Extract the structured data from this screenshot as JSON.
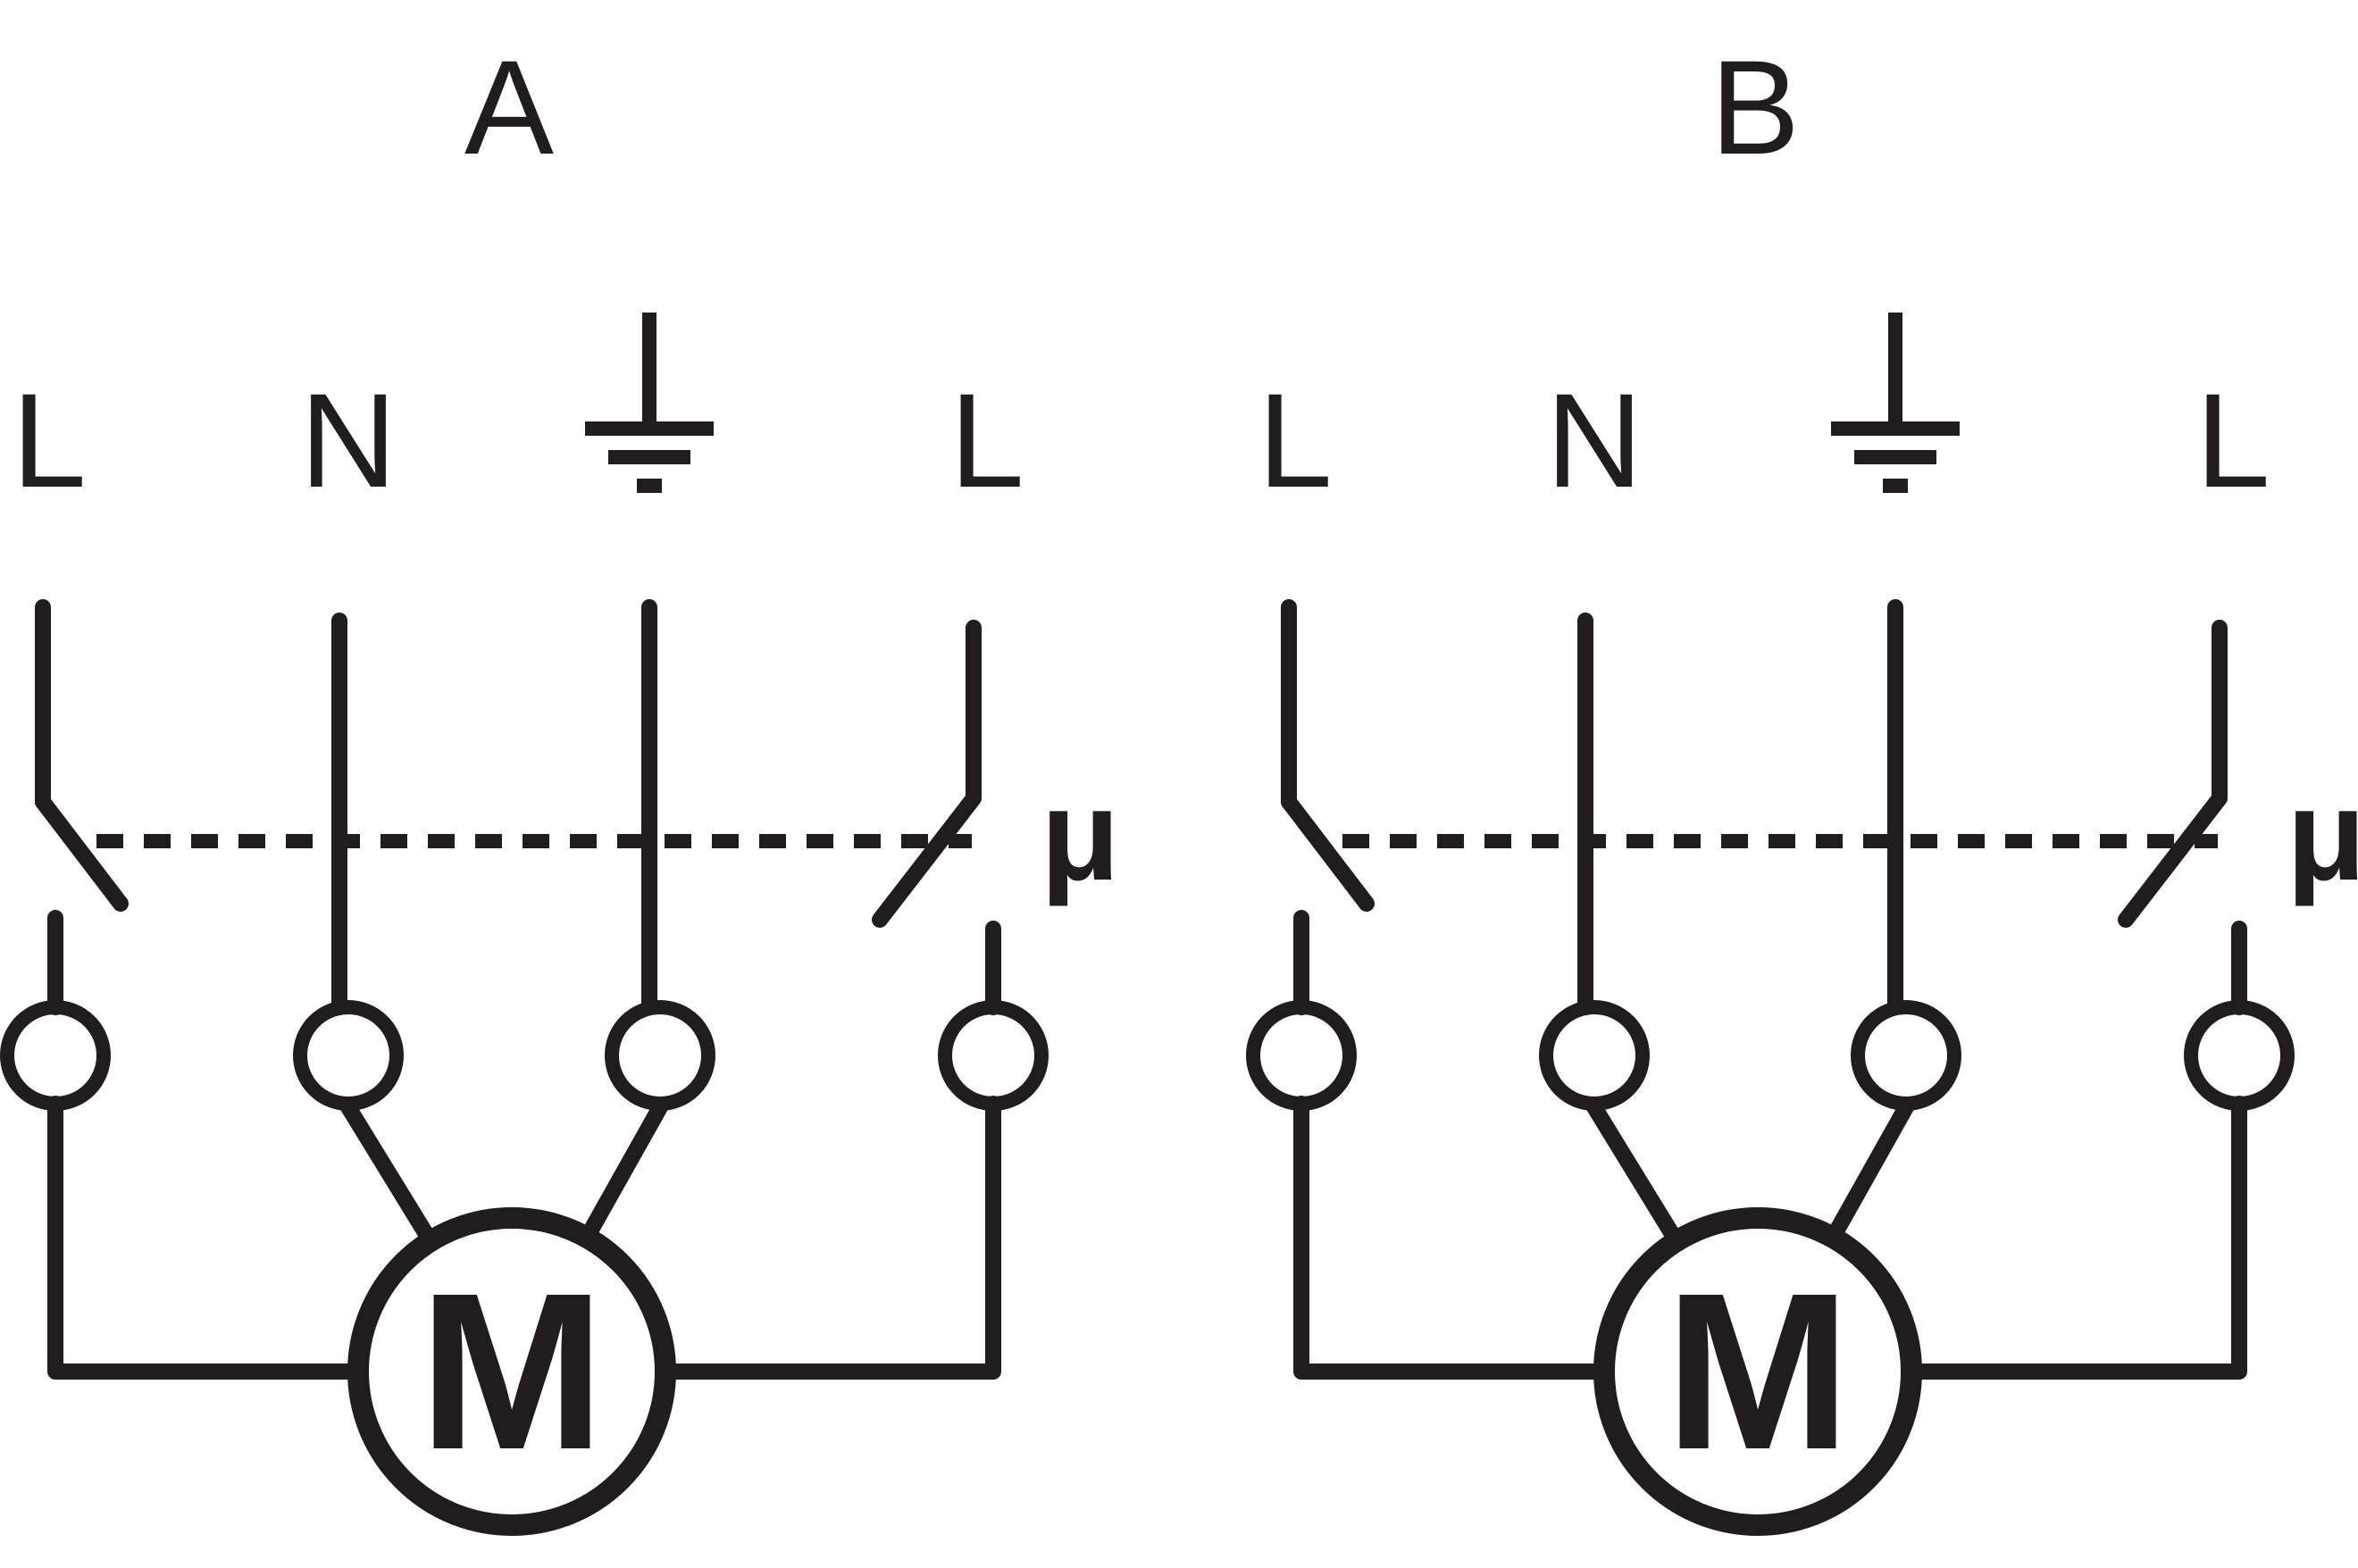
{
  "figure": {
    "background": "#ffffff",
    "ink": "#211d1e"
  },
  "diagrams": [
    {
      "label": "A",
      "terminals": {
        "left_live": "L",
        "neutral": "N",
        "earth_icon": "earth-ground-icon",
        "right_live": "L"
      },
      "coupling_label": "μ",
      "motor_label": "M"
    },
    {
      "label": "B",
      "terminals": {
        "left_live": "L",
        "neutral": "N",
        "earth_icon": "earth-ground-icon",
        "right_live": "L"
      },
      "coupling_label": "μ",
      "motor_label": "M"
    }
  ]
}
